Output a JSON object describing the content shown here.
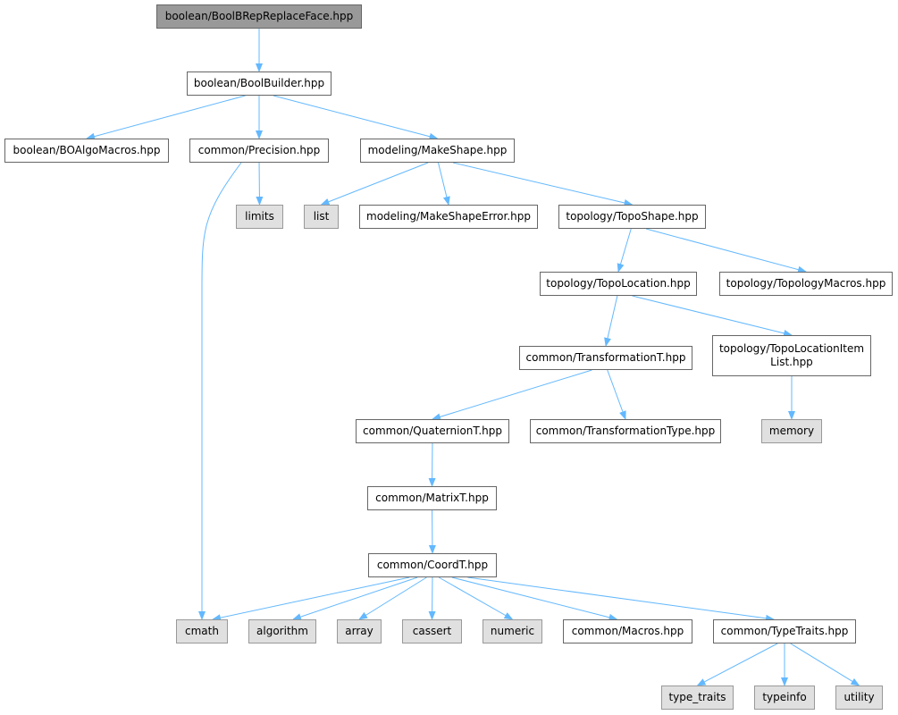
{
  "colors": {
    "edge": "#63b8ff",
    "node_fill": "#ffffff",
    "system_fill": "#e0e0e0",
    "root_fill": "#999999"
  },
  "nodes": [
    {
      "id": "root",
      "label": "boolean/BoolBRepReplaceFace.hpp",
      "kind": "root"
    },
    {
      "id": "boolbuilder",
      "label": "boolean/BoolBuilder.hpp",
      "kind": "file"
    },
    {
      "id": "boalgomacros",
      "label": "boolean/BOAlgoMacros.hpp",
      "kind": "file"
    },
    {
      "id": "precision",
      "label": "common/Precision.hpp",
      "kind": "file"
    },
    {
      "id": "makeshape",
      "label": "modeling/MakeShape.hpp",
      "kind": "file"
    },
    {
      "id": "limits",
      "label": "limits",
      "kind": "system"
    },
    {
      "id": "list",
      "label": "list",
      "kind": "system"
    },
    {
      "id": "makeshapeerror",
      "label": "modeling/MakeShapeError.hpp",
      "kind": "file"
    },
    {
      "id": "toposhape",
      "label": "topology/TopoShape.hpp",
      "kind": "file"
    },
    {
      "id": "topolocation",
      "label": "topology/TopoLocation.hpp",
      "kind": "file"
    },
    {
      "id": "topologymacros",
      "label": "topology/TopologyMacros.hpp",
      "kind": "file"
    },
    {
      "id": "transformationt",
      "label": "common/TransformationT.hpp",
      "kind": "file"
    },
    {
      "id": "topolocationitemlist",
      "label": "topology/TopoLocationItem\nList.hpp",
      "kind": "file"
    },
    {
      "id": "quaterniont",
      "label": "common/QuaternionT.hpp",
      "kind": "file"
    },
    {
      "id": "transformationtype",
      "label": "common/TransformationType.hpp",
      "kind": "file"
    },
    {
      "id": "memory",
      "label": "memory",
      "kind": "system"
    },
    {
      "id": "matrixt",
      "label": "common/MatrixT.hpp",
      "kind": "file"
    },
    {
      "id": "coordt",
      "label": "common/CoordT.hpp",
      "kind": "file"
    },
    {
      "id": "cmath",
      "label": "cmath",
      "kind": "system"
    },
    {
      "id": "algorithm",
      "label": "algorithm",
      "kind": "system"
    },
    {
      "id": "array",
      "label": "array",
      "kind": "system"
    },
    {
      "id": "cassert",
      "label": "cassert",
      "kind": "system"
    },
    {
      "id": "numeric",
      "label": "numeric",
      "kind": "system"
    },
    {
      "id": "macros",
      "label": "common/Macros.hpp",
      "kind": "file"
    },
    {
      "id": "typetraits",
      "label": "common/TypeTraits.hpp",
      "kind": "file"
    },
    {
      "id": "type_traits",
      "label": "type_traits",
      "kind": "system"
    },
    {
      "id": "typeinfo",
      "label": "typeinfo",
      "kind": "system"
    },
    {
      "id": "utility",
      "label": "utility",
      "kind": "system"
    }
  ],
  "edges": [
    [
      "root",
      "boolbuilder"
    ],
    [
      "boolbuilder",
      "boalgomacros"
    ],
    [
      "boolbuilder",
      "precision"
    ],
    [
      "boolbuilder",
      "makeshape"
    ],
    [
      "precision",
      "limits"
    ],
    [
      "precision",
      "cmath"
    ],
    [
      "makeshape",
      "list"
    ],
    [
      "makeshape",
      "makeshapeerror"
    ],
    [
      "makeshape",
      "toposhape"
    ],
    [
      "toposhape",
      "topolocation"
    ],
    [
      "toposhape",
      "topologymacros"
    ],
    [
      "topolocation",
      "transformationt"
    ],
    [
      "topolocation",
      "topolocationitemlist"
    ],
    [
      "transformationt",
      "quaterniont"
    ],
    [
      "transformationt",
      "transformationtype"
    ],
    [
      "topolocationitemlist",
      "memory"
    ],
    [
      "quaterniont",
      "matrixt"
    ],
    [
      "matrixt",
      "coordt"
    ],
    [
      "coordt",
      "cmath"
    ],
    [
      "coordt",
      "algorithm"
    ],
    [
      "coordt",
      "array"
    ],
    [
      "coordt",
      "cassert"
    ],
    [
      "coordt",
      "numeric"
    ],
    [
      "coordt",
      "macros"
    ],
    [
      "coordt",
      "typetraits"
    ],
    [
      "typetraits",
      "type_traits"
    ],
    [
      "typetraits",
      "typeinfo"
    ],
    [
      "typetraits",
      "utility"
    ]
  ]
}
